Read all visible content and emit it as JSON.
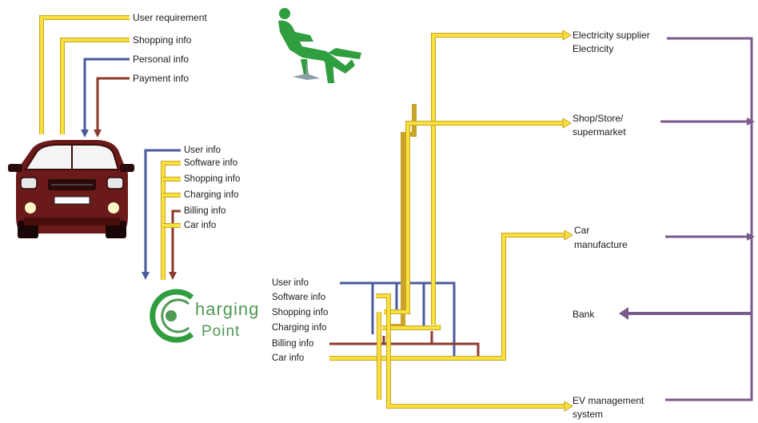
{
  "car_inputs": [
    "User requirement",
    "Shopping info",
    "Personal info",
    "Payment info"
  ],
  "car_outputs": [
    "User info",
    "Software info",
    "Shopping info",
    "Charging info",
    "Billing info",
    "Car info"
  ],
  "logo": {
    "line1": "harging",
    "line2": "Point"
  },
  "hub_items": [
    "User info",
    "Software info",
    "Shopping info",
    "Charging info",
    "Billing info",
    "Car info"
  ],
  "stakeholders": {
    "electricity": [
      "Electricity supplier",
      "Electricity"
    ],
    "shop": [
      "Shop/Store/",
      "supermarket"
    ],
    "car": [
      "Car",
      "manufacture"
    ],
    "bank": [
      "Bank"
    ],
    "ev": [
      "EV management",
      "system"
    ]
  },
  "colors": {
    "yellow": "#f7e13a",
    "yellow_edge": "#c9a32a",
    "blue": "#4a5a9c",
    "brown": "#8b3a2c",
    "purple": "#7a5a8a",
    "green": "#2e9e3e",
    "car_body": "#6b1a1a"
  }
}
